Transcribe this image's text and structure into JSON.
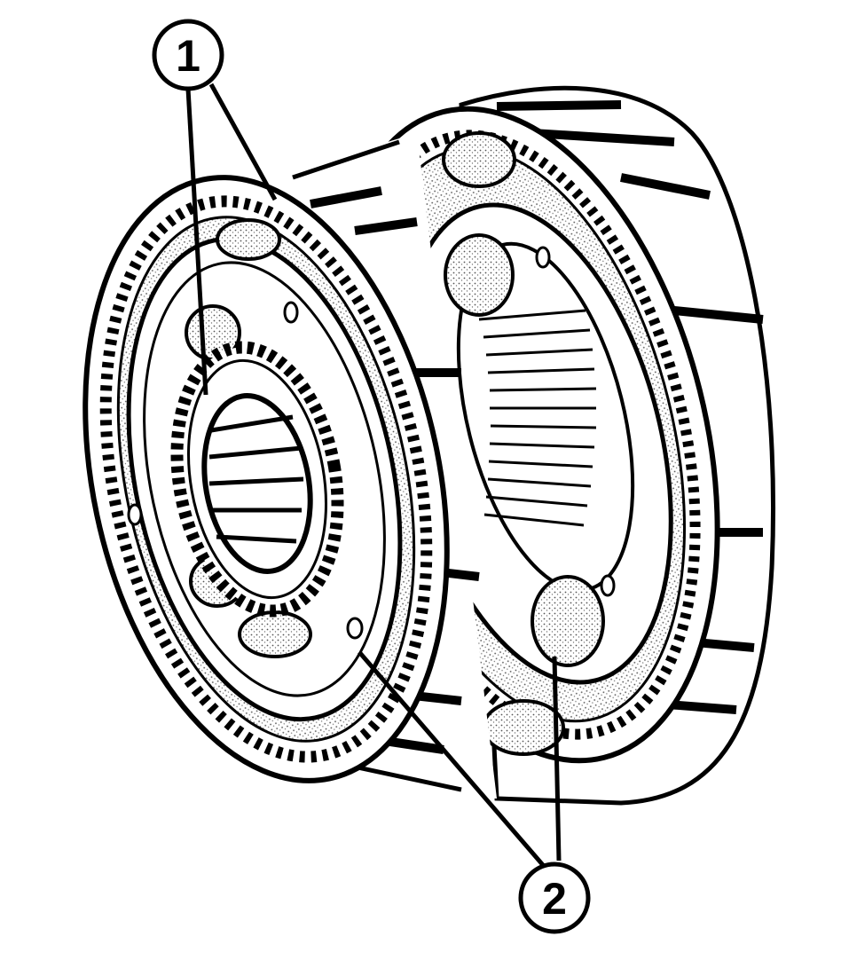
{
  "callouts": [
    {
      "id": "1",
      "label": "1"
    },
    {
      "id": "2",
      "label": "2"
    }
  ],
  "colors": {
    "ink": "#000000",
    "paper": "#ffffff",
    "stipple": "#8a8a8a"
  }
}
